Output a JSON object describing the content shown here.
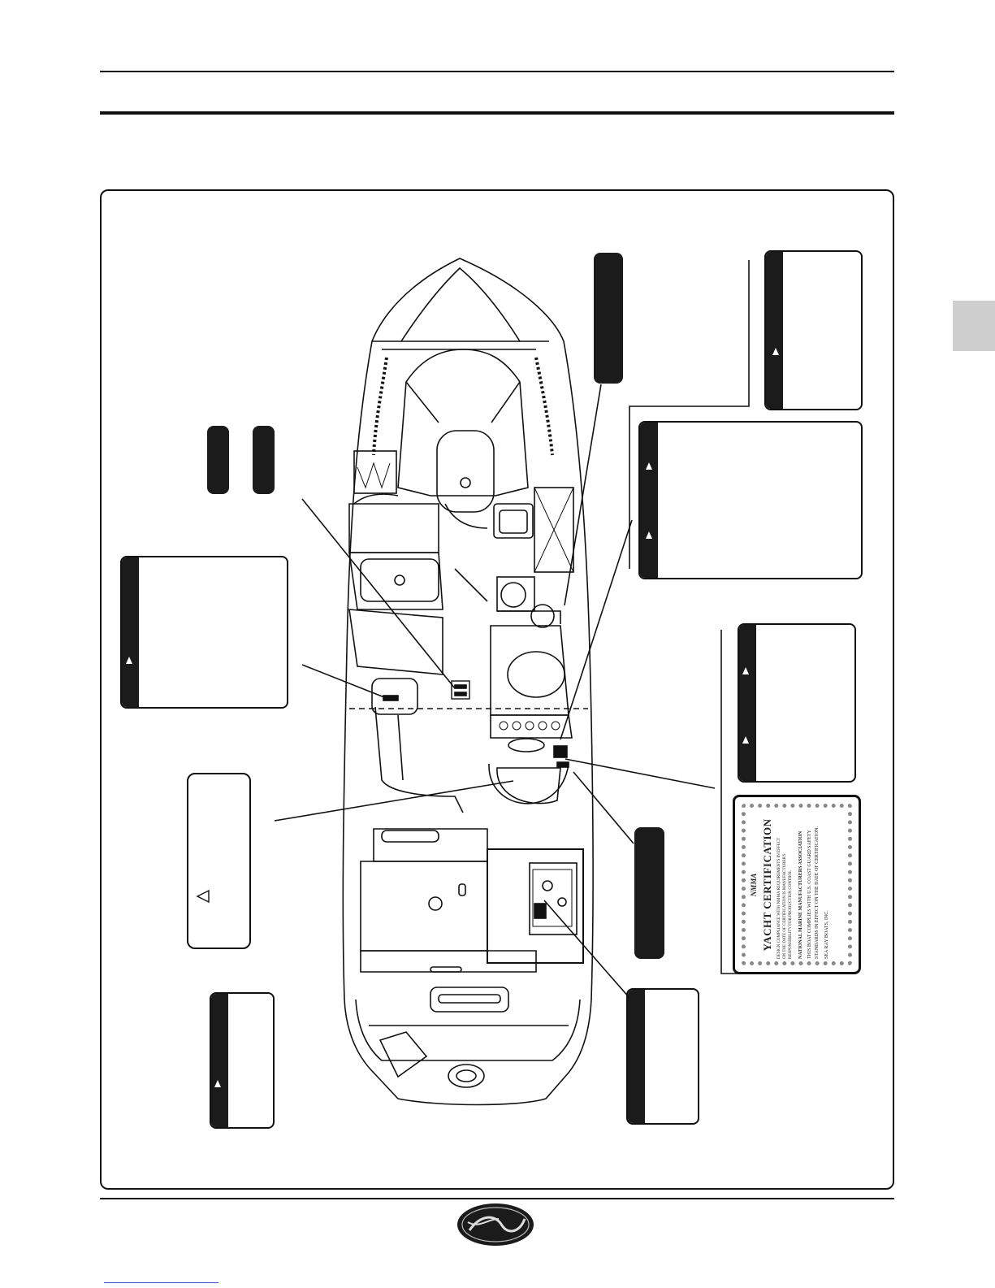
{
  "certificate": {
    "badge": "NMMA",
    "title": "YACHT CERTIFICATION",
    "lines": [
      "DESIGN COMPLIANCE WITH NMMA REQUIREMENTS IN EFFECT",
      "ON THE DATE OF CERTIFICATION IS MANUFACTURER'S",
      "RESPONSIBILITY FOR PRODUCTION CONTROL",
      "NATIONAL MARINE MANUFACTURERS ASSOCIATION",
      "THIS BOAT COMPLIES WITH U.S. COAST GUARD SAFETY",
      "STANDARDS IN EFFECT ON THE DATE OF CERTIFICATION.",
      "SEA RAY BOATS, INC."
    ]
  },
  "icons": {
    "logo": "sea-ray-logo",
    "warning": "warning-triangle-icon"
  },
  "colors": {
    "ink": "#111111",
    "label_strip": "#1b1b1b",
    "side_tab": "#cfcfcf"
  }
}
